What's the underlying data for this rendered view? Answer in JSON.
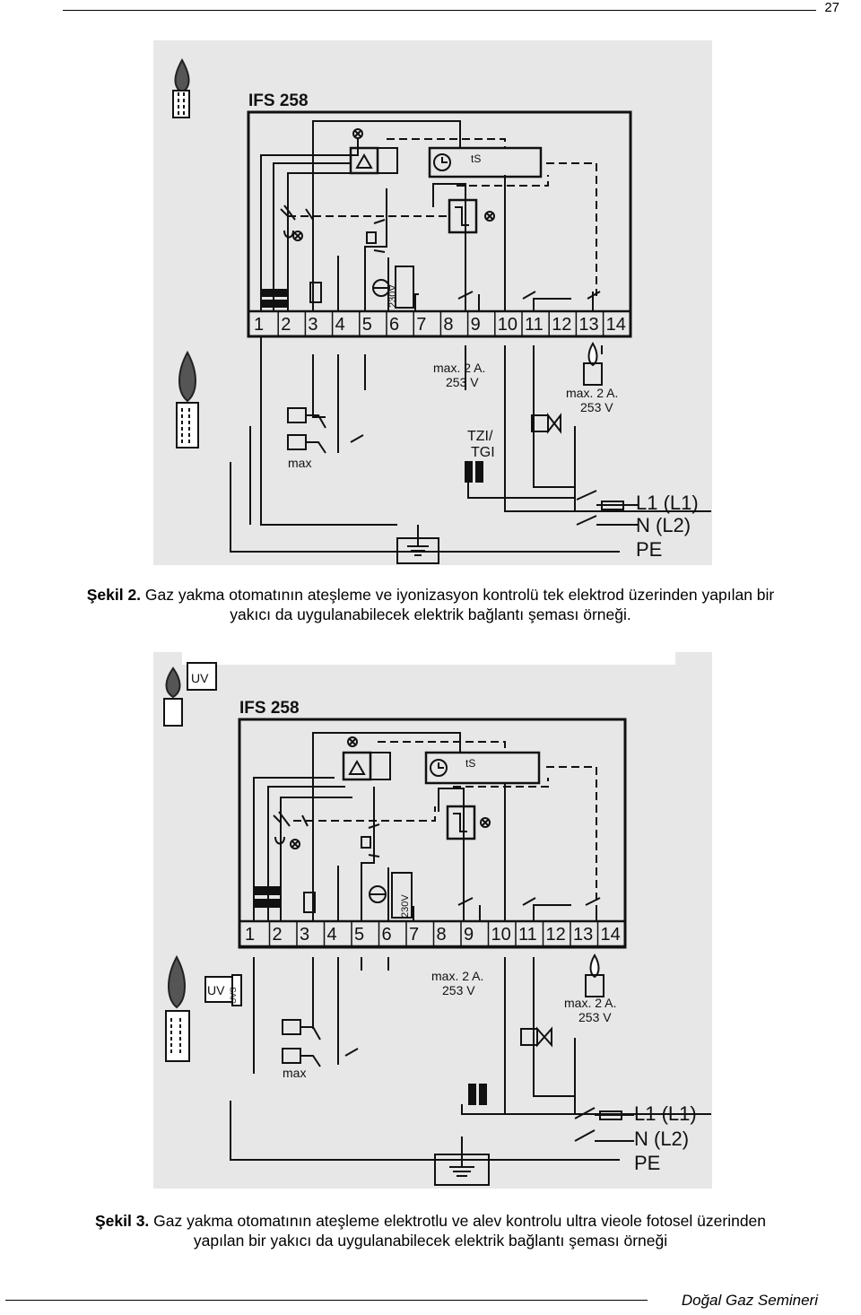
{
  "page": {
    "number": "27"
  },
  "figure1": {
    "device_label": "IFS 258",
    "terminals": [
      "1",
      "2",
      "3",
      "4",
      "5",
      "6",
      "7",
      "8",
      "9",
      "10",
      "11",
      "12",
      "13",
      "14"
    ],
    "voltage": "230V",
    "ts_label": "tS",
    "rating_left": [
      "max. 2 A.",
      "253 V"
    ],
    "rating_right": [
      "max. 2 A.",
      "253 V"
    ],
    "max_label": "max",
    "transformer_label": [
      "TZI/",
      "TGI"
    ],
    "lines": [
      "L1 (L1)",
      "N (L2)",
      "PE"
    ]
  },
  "caption1": {
    "label": "Şekil 2.",
    "line1": " Gaz yakma otomatının ateşleme ve iyonizasyon kontrolü tek elektrod üzerinden yapılan bir",
    "line2": "yakıcı da uygulanabilecek elektrik bağlantı şeması örneği."
  },
  "figure2": {
    "device_label": "IFS 258",
    "uv_label": "UV",
    "uv_sensor_label": "UV",
    "uv_sensor_sub": "UVS",
    "terminals": [
      "1",
      "2",
      "3",
      "4",
      "5",
      "6",
      "7",
      "8",
      "9",
      "10",
      "11",
      "12",
      "13",
      "14"
    ],
    "voltage": "230V",
    "ts_label": "tS",
    "rating_left": [
      "max. 2 A.",
      "253 V"
    ],
    "rating_right": [
      "max. 2 A.",
      "253 V"
    ],
    "max_label": "max",
    "lines": [
      "L1 (L1)",
      "N (L2)",
      "PE"
    ]
  },
  "caption2": {
    "label": "Şekil 3.",
    "line1": " Gaz yakma otomatının ateşleme elektrotlu ve alev kontrolu ultra vieole fotosel üzerinden",
    "line2": "yapılan bir yakıcı da uygulanabilecek elektrik bağlantı şeması örneği"
  },
  "footer": {
    "title": "Doğal Gaz Semineri"
  }
}
